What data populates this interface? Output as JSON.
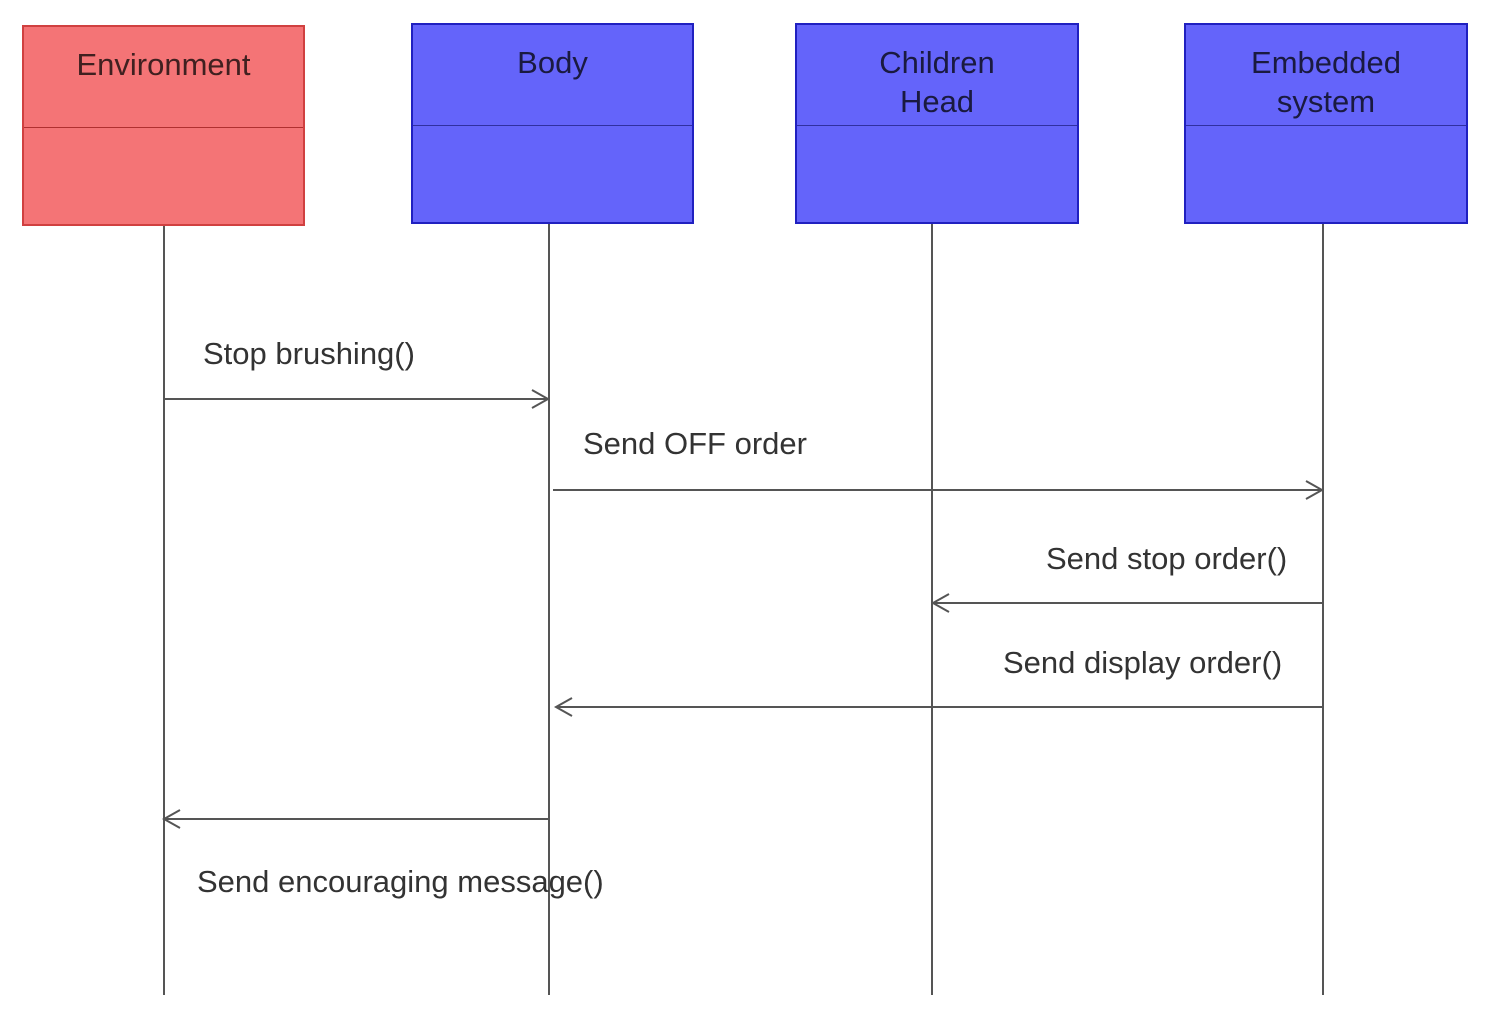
{
  "colors": {
    "environment_fill": "#f47476",
    "component_fill": "#6464fa",
    "line": "#555555",
    "text": "#333333"
  },
  "lifelines": [
    {
      "name": "Environment"
    },
    {
      "name": "Body"
    },
    {
      "name": "Children\nHead"
    },
    {
      "name": "Embedded\nsystem"
    }
  ],
  "messages": [
    {
      "label": "Stop brushing()",
      "from": "Environment",
      "to": "Body"
    },
    {
      "label": "Send OFF order",
      "from": "Body",
      "to": "Embedded system"
    },
    {
      "label": "Send stop order()",
      "from": "Embedded system",
      "to": "Children Head"
    },
    {
      "label": "Send display order()",
      "from": "Embedded system",
      "to": "Body"
    },
    {
      "label": "Send encouraging message()",
      "from": "Body",
      "to": "Environment"
    }
  ]
}
